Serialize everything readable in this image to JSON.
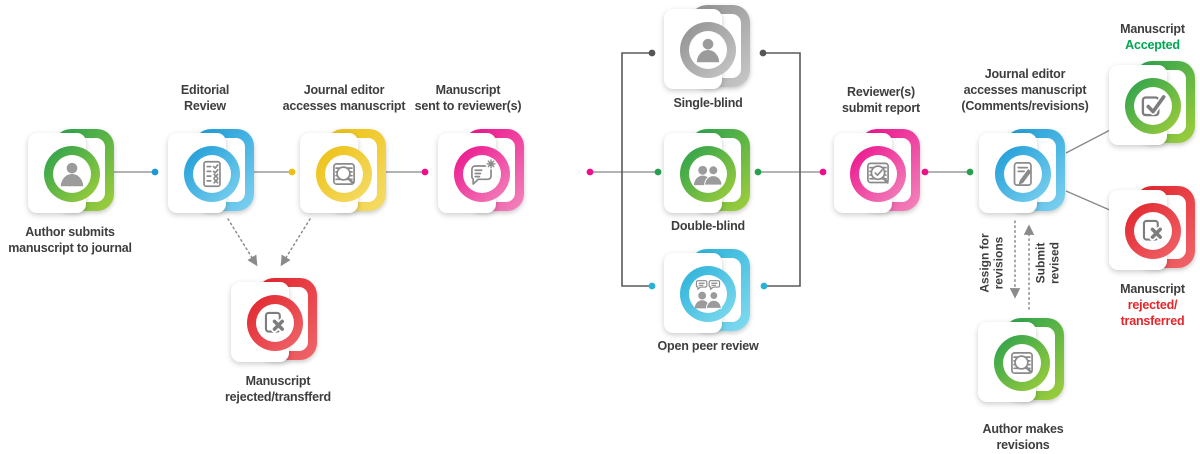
{
  "title": "Manuscript peer review process flow",
  "palette": {
    "green": [
      "#27A04E",
      "#A2CF3B"
    ],
    "blue": [
      "#1B9AD6",
      "#7FD2F0"
    ],
    "yellow": [
      "#EDBF10",
      "#F5DD6A"
    ],
    "pink": [
      "#EC0E8B",
      "#F287BC"
    ],
    "gray": [
      "#8F8F8F",
      "#C9C9C9"
    ],
    "red": [
      "#E1232B",
      "#F0676C"
    ],
    "cyan": [
      "#28B0D8",
      "#83DCF0"
    ],
    "dark": [
      "#555555"
    ],
    "accepted_text": [
      "#00A651"
    ],
    "rejected_text": [
      "#E5252A"
    ]
  },
  "nodes": {
    "author_submits": {
      "icon": "person",
      "label": [
        "Author submits",
        "manuscript to journal"
      ]
    },
    "editorial_review": {
      "icon": "checklist",
      "label": [
        "Editorial",
        "Review"
      ]
    },
    "journal_editor_access": {
      "icon": "document-search",
      "label": [
        "Journal editor",
        "accesses manuscript"
      ]
    },
    "manuscript_sent": {
      "icon": "message-new",
      "label": [
        "Manuscript",
        "sent to reviewer(s)"
      ]
    },
    "single_blind": {
      "icon": "person",
      "label": [
        "Single-blind"
      ]
    },
    "double_blind": {
      "icon": "people",
      "label": [
        "Double-blind"
      ]
    },
    "open_peer_review": {
      "icon": "people-discussion",
      "label": [
        "Open peer review"
      ]
    },
    "reviewers_submit": {
      "icon": "report-check",
      "label": [
        "Reviewer(s)",
        "submit report"
      ]
    },
    "journal_editor_comments": {
      "icon": "document-edit",
      "label": [
        "Journal editor",
        "accesses manuscript",
        "(Comments/revisions)"
      ]
    },
    "accepted": {
      "icon": "box-check",
      "label": [
        "Manuscript",
        "Accepted"
      ]
    },
    "rejected_right": {
      "icon": "document-x",
      "label": [
        "Manuscript",
        "rejected/",
        "transferred"
      ]
    },
    "author_revisions": {
      "icon": "document-search",
      "label": [
        "Author makes",
        "revisions"
      ]
    },
    "rejected_left": {
      "icon": "document-x",
      "label": [
        "Manuscript",
        "rejected/transfferd"
      ]
    }
  },
  "edge_labels": {
    "assign": [
      "Assign for",
      "revisions"
    ],
    "submit": [
      "Submit",
      "revised"
    ]
  }
}
